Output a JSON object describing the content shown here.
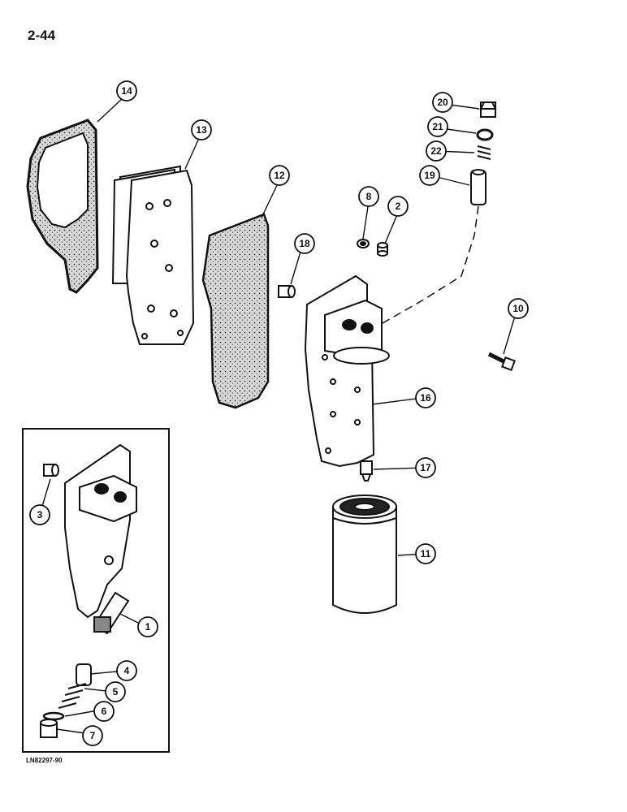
{
  "page": {
    "number": "2-44",
    "figure_id": "LN82297-90"
  },
  "callouts": {
    "c14": "14",
    "c13": "13",
    "c12": "12",
    "c8": "8",
    "c2": "2",
    "c20": "20",
    "c21": "21",
    "c22": "22",
    "c19": "19",
    "c18": "18",
    "c10": "10",
    "c16": "16",
    "c17": "17",
    "c11": "11",
    "c3": "3",
    "c1": "1",
    "c4": "4",
    "c5": "5",
    "c6": "6",
    "c7": "7"
  },
  "colors": {
    "ink": "#111111",
    "paper": "#ffffff",
    "gasket_fill": "#cfcfcf"
  }
}
